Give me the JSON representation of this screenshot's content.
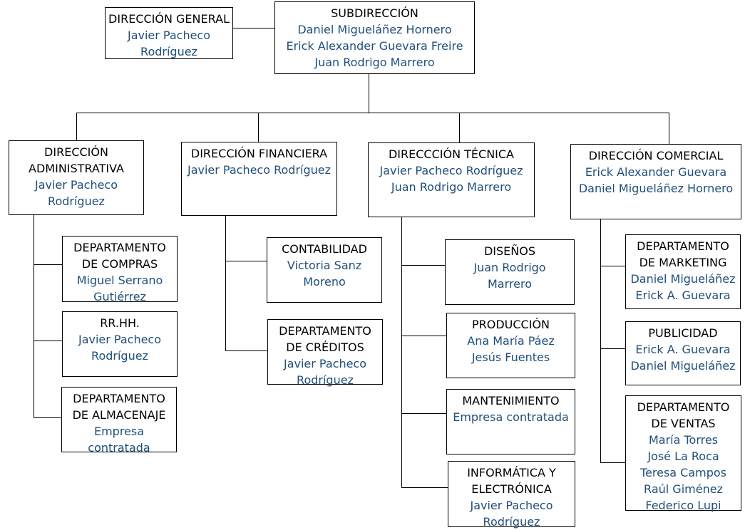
{
  "direccion_general": {
    "title": "DIRECCIÓN GENERAL",
    "people": [
      "Javier Pacheco",
      "Rodríguez"
    ]
  },
  "subdireccion": {
    "title": "SUBDIRECCIÓN",
    "people": [
      "Daniel Migueláñez Hornero",
      "Erick Alexander Guevara Freire",
      "Juan Rodrigo Marrero"
    ]
  },
  "administrativa": {
    "head": {
      "title": [
        "DIRECCIÓN",
        "ADMINISTRATIVA"
      ],
      "people": [
        "Javier Pacheco",
        "Rodríguez"
      ]
    },
    "departments": [
      {
        "title": [
          "DEPARTAMENTO",
          "DE COMPRAS"
        ],
        "people": [
          "Miguel Serrano",
          "Gutiérrez"
        ]
      },
      {
        "title": [
          "RR.HH."
        ],
        "people": [
          "Javier Pacheco",
          "Rodríguez"
        ]
      },
      {
        "title": [
          "DEPARTAMENTO",
          "DE ALMACENAJE"
        ],
        "people": [
          "Empresa",
          "contratada"
        ]
      }
    ]
  },
  "financiera": {
    "head": {
      "title": [
        "DIRECCIÓN FINANCIERA"
      ],
      "people": [
        "Javier Pacheco Rodríguez"
      ]
    },
    "departments": [
      {
        "title": [
          "CONTABILIDAD"
        ],
        "people": [
          "Victoria Sanz",
          "Moreno"
        ]
      },
      {
        "title": [
          "DEPARTAMENTO",
          "DE CRÉDITOS"
        ],
        "people": [
          "Javier Pacheco",
          "Rodríguez"
        ]
      }
    ]
  },
  "tecnica": {
    "head": {
      "title": [
        "DIRECCCIÓN TÉCNICA"
      ],
      "people": [
        "Javier Pacheco Rodríguez",
        "Juan Rodrigo Marrero"
      ]
    },
    "departments": [
      {
        "title": [
          "DISEÑOS"
        ],
        "people": [
          "Juan Rodrigo",
          "Marrero"
        ]
      },
      {
        "title": [
          "PRODUCCIÓN"
        ],
        "people": [
          "Ana María Páez",
          "Jesús Fuentes"
        ]
      },
      {
        "title": [
          "MANTENIMIENTO"
        ],
        "people": [
          "Empresa contratada"
        ]
      },
      {
        "title": [
          "INFORMÁTICA Y",
          "ELECTRÓNICA"
        ],
        "people": [
          "Javier Pacheco",
          "Rodríguez"
        ]
      }
    ]
  },
  "comercial": {
    "head": {
      "title": [
        "DIRECCIÓN COMERCIAL"
      ],
      "people": [
        "Erick Alexander Guevara",
        "Daniel Migueláñez Hornero"
      ]
    },
    "departments": [
      {
        "title": [
          "DEPARTAMENTO",
          "DE MARKETING"
        ],
        "people": [
          "Daniel Migueláñez",
          "Erick A. Guevara"
        ]
      },
      {
        "title": [
          "PUBLICIDAD"
        ],
        "people": [
          "Erick A. Guevara",
          "Daniel Migueláñez"
        ]
      },
      {
        "title": [
          "DEPARTAMENTO",
          "DE VENTAS"
        ],
        "people": [
          "María Torres",
          "José La Roca",
          "Teresa Campos",
          "Raúl Giménez",
          "Federico Lupi"
        ]
      }
    ]
  }
}
